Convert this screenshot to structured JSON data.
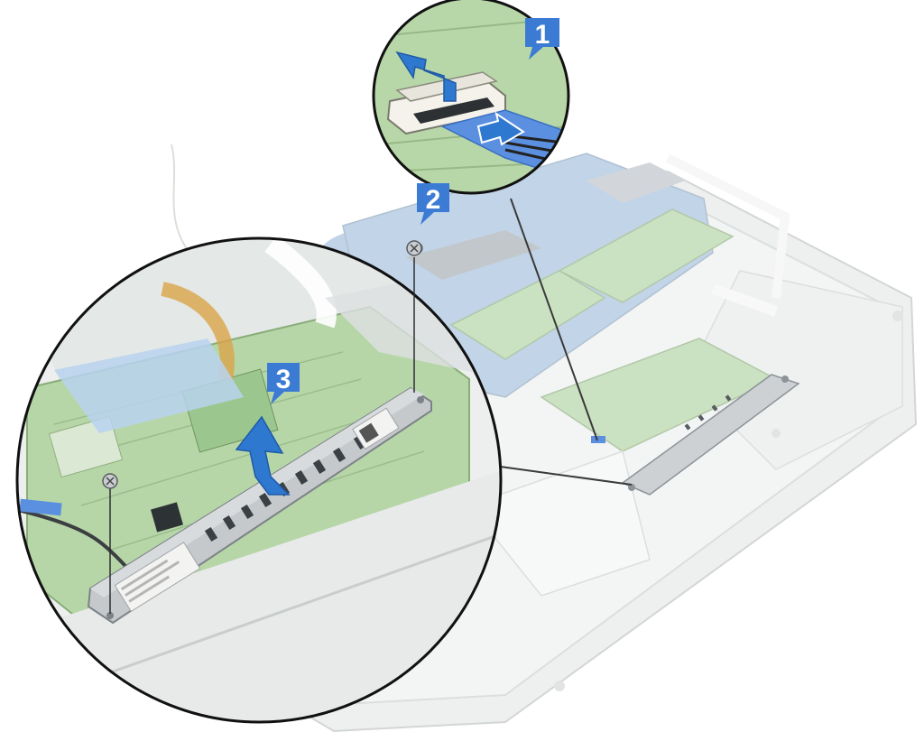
{
  "callouts": [
    {
      "id": "step-1",
      "number": "1"
    },
    {
      "id": "step-2",
      "number": "2"
    },
    {
      "id": "step-3",
      "number": "3"
    }
  ],
  "colors": {
    "callout_blue": "#3b7bd4",
    "arrow_blue": "#2f78d0",
    "board_green": "#a9cf9a",
    "board_blue": "#7fa4cc",
    "chassis_gray": "#e2e4e4",
    "metal_bracket": "#c9cccf",
    "ribbon_blue": "#5b8fe0"
  },
  "icons": [
    "lift-arrow-icon",
    "slide-arrow-icon",
    "up-arrow-icon",
    "screw-icon"
  ]
}
